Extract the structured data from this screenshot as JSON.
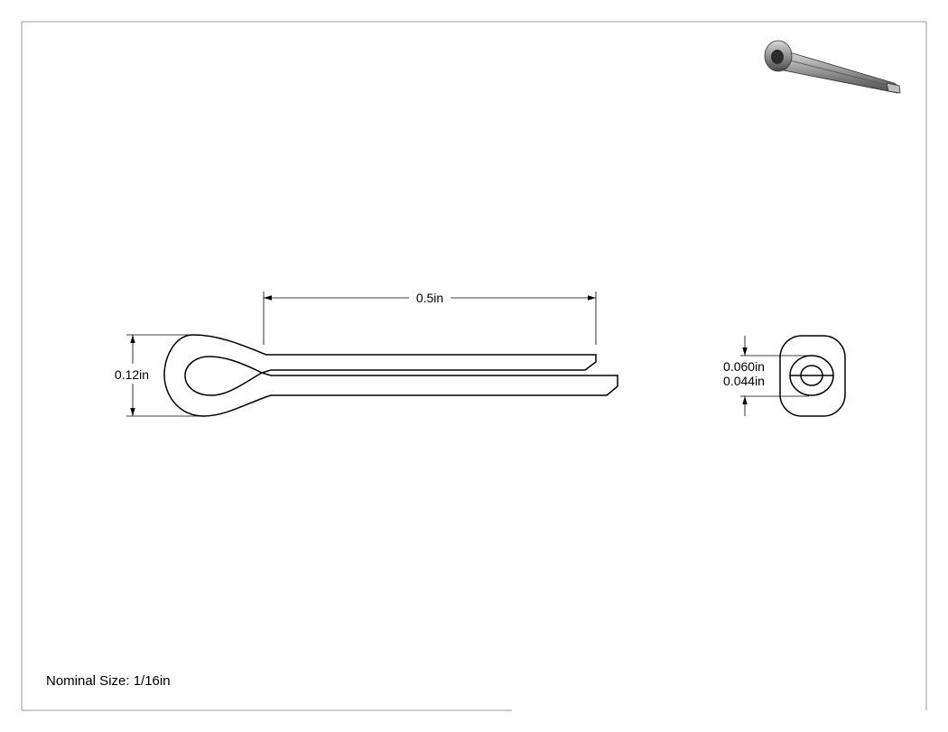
{
  "drawing": {
    "dimensions": {
      "length": "0.5in",
      "eye_height": "0.12in",
      "outer_diameter": "0.060in",
      "inner_diameter": "0.044in"
    },
    "note": "Nominal Size: 1/16in"
  }
}
